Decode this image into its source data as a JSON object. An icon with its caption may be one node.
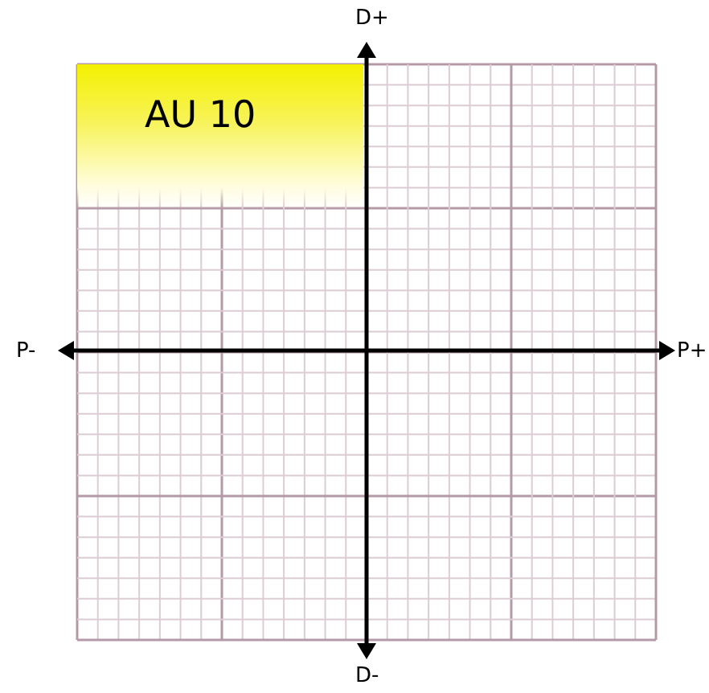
{
  "diagram": {
    "nodes": [
      {
        "text": [
          "AU 10"
        ]
      }
    ],
    "labels": [
      "D+",
      "P-",
      "P+",
      "D-"
    ]
  }
}
